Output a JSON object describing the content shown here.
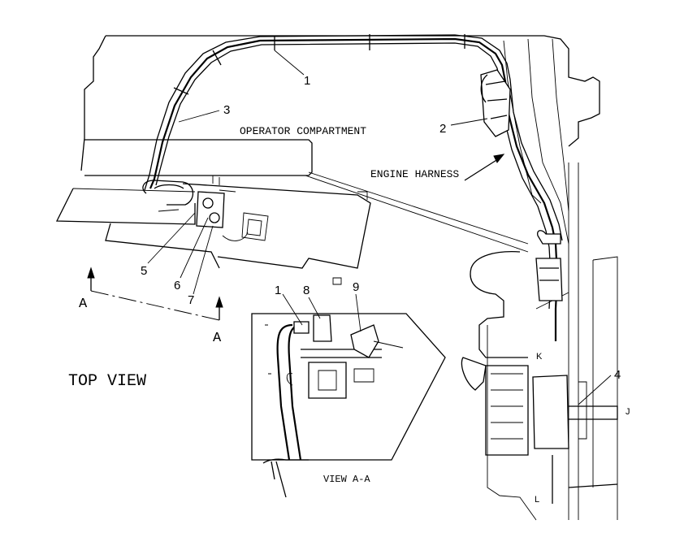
{
  "labels": {
    "operator_compartment": "OPERATOR COMPARTMENT",
    "engine_harness": "ENGINE HARNESS",
    "top_view": "TOP VIEW",
    "view_aa": "VIEW A-A",
    "section_a_left": "A",
    "section_a_right": "A"
  },
  "callouts": {
    "c1": "1",
    "c2": "2",
    "c3": "3",
    "c4": "4",
    "c5": "5",
    "c6": "6",
    "c7": "7",
    "c1_detail": "1",
    "c8": "8",
    "c9": "9"
  },
  "letters": {
    "j": "J",
    "k": "K",
    "l": "L"
  }
}
